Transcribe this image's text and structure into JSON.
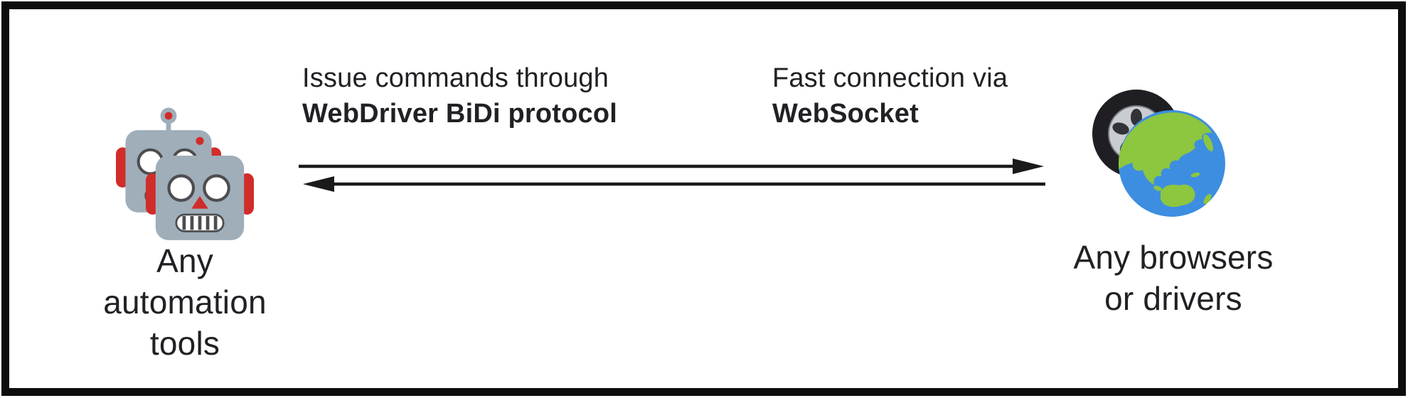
{
  "headings": {
    "left": {
      "line1": "Issue commands through",
      "line2": "WebDriver BiDi protocol"
    },
    "right": {
      "line1": "Fast connection via",
      "line2": "WebSocket"
    }
  },
  "nodes": {
    "left": {
      "label": "Any automation tools",
      "icon": "robot-icon"
    },
    "right": {
      "label": "Any browsers or drivers",
      "icon": "wheel-globe-icon"
    }
  },
  "connections": {
    "top_arrow_direction": "left-to-right",
    "bottom_arrow_direction": "right-to-left"
  },
  "colors": {
    "text": "#202124",
    "arrow": "#1a1a1a",
    "frame": "#0d0d0d",
    "robot_grey": "#9faeb9",
    "robot_red": "#d02d2a",
    "robot_line": "#4d4d50",
    "globe_ocean": "#3d8ee0",
    "globe_land": "#8dc63f",
    "tire": "#1f1f23",
    "rim": "#c9ccd0",
    "rim_dark": "#8e9196"
  }
}
